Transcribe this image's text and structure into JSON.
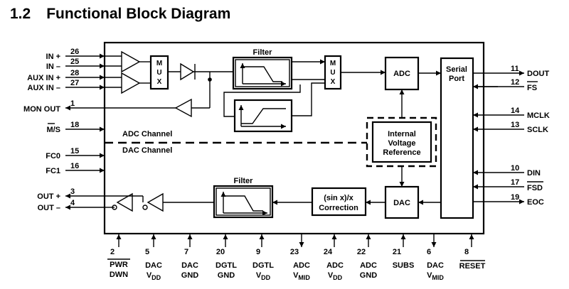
{
  "heading": {
    "number": "1.2",
    "title": "Functional Block Diagram"
  },
  "blocks": {
    "filter_top": "Filter",
    "mux": [
      "M",
      "U",
      "X"
    ],
    "adc": "ADC",
    "serial_port": [
      "Serial",
      "Port"
    ],
    "internal_ref": [
      "Internal",
      "Voltage",
      "Reference"
    ],
    "dac": "DAC",
    "sinx": [
      "(sin x)/x",
      "Correction"
    ],
    "filter_bottom": "Filter",
    "adc_channel": "ADC Channel",
    "dac_channel": "DAC Channel"
  },
  "left_pins": [
    {
      "name": "IN +",
      "num": "26"
    },
    {
      "name": "IN –",
      "num": "25"
    },
    {
      "name": "AUX IN +",
      "num": "28"
    },
    {
      "name": "AUX IN –",
      "num": "27"
    },
    {
      "name": "MON OUT",
      "num": "1"
    },
    {
      "name": "M/S",
      "num": "18"
    },
    {
      "name": "FC0",
      "num": "15"
    },
    {
      "name": "FC1",
      "num": "16"
    },
    {
      "name": "OUT +",
      "num": "3"
    },
    {
      "name": "OUT –",
      "num": "4"
    }
  ],
  "right_pins": [
    {
      "name": "DOUT",
      "num": "11"
    },
    {
      "name": "FS",
      "num": "12"
    },
    {
      "name": "MCLK",
      "num": "14"
    },
    {
      "name": "SCLK",
      "num": "13"
    },
    {
      "name": "DIN",
      "num": "10"
    },
    {
      "name": "FSD",
      "num": "17"
    },
    {
      "name": "EOC",
      "num": "19"
    }
  ],
  "bottom_pins": [
    {
      "num": "2",
      "line1": "PWR",
      "line2": "DWN"
    },
    {
      "num": "5",
      "line1": "DAC",
      "line2": "V",
      "sub": "DD"
    },
    {
      "num": "7",
      "line1": "DAC",
      "line2": "GND"
    },
    {
      "num": "20",
      "line1": "DGTL",
      "line2": "GND"
    },
    {
      "num": "9",
      "line1": "DGTL",
      "line2": "V",
      "sub": "DD"
    },
    {
      "num": "23",
      "line1": "ADC",
      "line2": "V",
      "sub": "MID"
    },
    {
      "num": "24",
      "line1": "ADC",
      "line2": "V",
      "sub": "DD"
    },
    {
      "num": "22",
      "line1": "ADC",
      "line2": "GND"
    },
    {
      "num": "21",
      "line1": "SUBS",
      "line2": ""
    },
    {
      "num": "6",
      "line1": "DAC",
      "line2": "V",
      "sub": "MID"
    },
    {
      "num": "8",
      "line1": "RESET",
      "line2": ""
    }
  ]
}
